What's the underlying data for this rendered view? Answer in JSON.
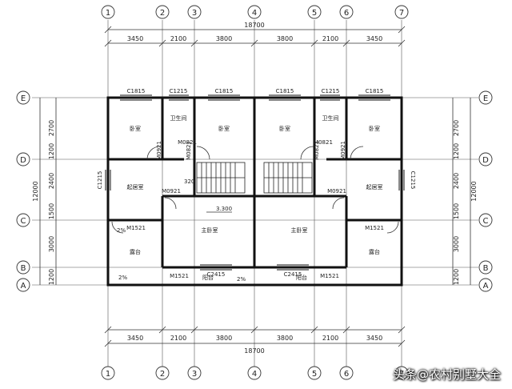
{
  "axes": {
    "numbers": [
      "1",
      "2",
      "3",
      "4",
      "5",
      "6",
      "7"
    ],
    "letters": [
      "E",
      "D",
      "C",
      "B",
      "A"
    ]
  },
  "dims": {
    "total": "18700",
    "spans": [
      "3450",
      "2100",
      "3800",
      "3800",
      "2100",
      "3450"
    ],
    "left": [
      "2700",
      "1200",
      "2400",
      "1500",
      "3000",
      "1200"
    ],
    "left_total": "12000",
    "right": [
      "2700",
      "1200",
      "2400",
      "1500",
      "3000",
      "1200"
    ],
    "right_total": "12000"
  },
  "rooms": {
    "bedroom": "卧室",
    "wc": "卫生间",
    "guest": "起居室",
    "master": "主卧室",
    "balcony": "露台",
    "balcony2": "阳台"
  },
  "windows": {
    "c1815": "C1815",
    "c1215": "C1215",
    "c2415": "C2415"
  },
  "doors": {
    "m0921": "M0921",
    "m0821": "M0821",
    "m1521": "M1521"
  },
  "level": "3.300",
  "slope": "2%",
  "stair_dim": "320",
  "watermark": "头条@农村别墅大全"
}
